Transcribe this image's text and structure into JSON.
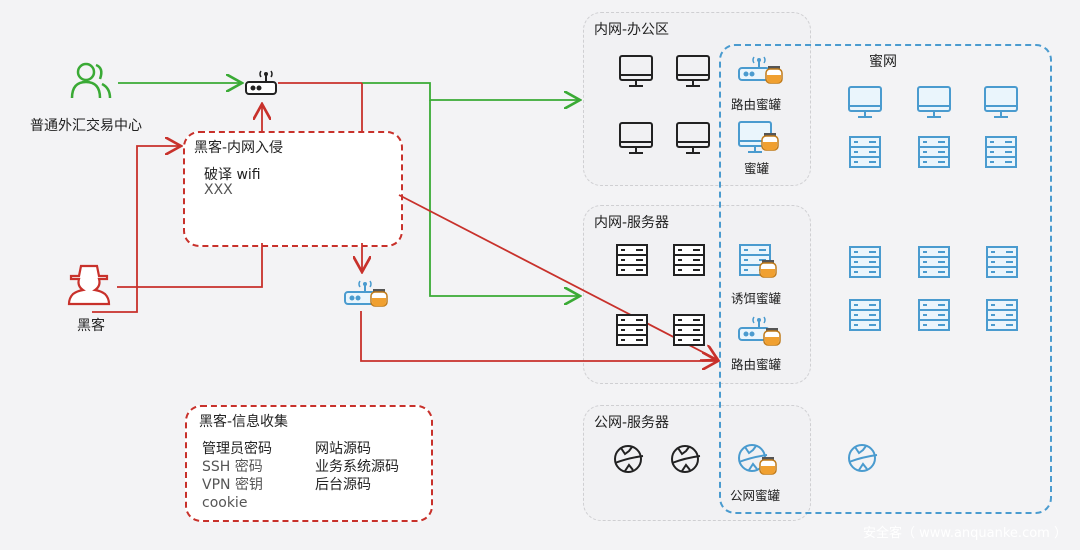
{
  "nodes": {
    "forex_center": {
      "label": "普通外汇交易中心",
      "icon": "users-icon",
      "color": "#3aaa35"
    },
    "hacker": {
      "label": "黑客",
      "icon": "hacker-icon",
      "color": "#c8312b"
    }
  },
  "intrusion_box": {
    "title": "黑客-内网入侵",
    "lines": [
      "破译 wifi",
      "XXX"
    ]
  },
  "info_box": {
    "title": "黑客-信息收集",
    "col1": [
      "管理员密码",
      "SSH 密码",
      "VPN 密钥",
      "cookie"
    ],
    "col2": [
      "网站源码",
      "业务系统源码",
      "后台源码"
    ]
  },
  "zones": {
    "office": {
      "title": "内网-办公区"
    },
    "servers": {
      "title": "内网-服务器"
    },
    "public": {
      "title": "公网-服务器"
    },
    "honeynet": {
      "title": "蜜网"
    }
  },
  "honeypots": {
    "router1": "路由蜜罐",
    "pc": "蜜罐",
    "bait": "诱饵蜜罐",
    "router2": "路由蜜罐",
    "public": "公网蜜罐"
  },
  "colors": {
    "attack": "#c8312b",
    "normal": "#3aaa35",
    "honey": "#4a9bcf",
    "jar": "#f0a030"
  },
  "watermark": "安全客（ www.anquanke.com ）"
}
